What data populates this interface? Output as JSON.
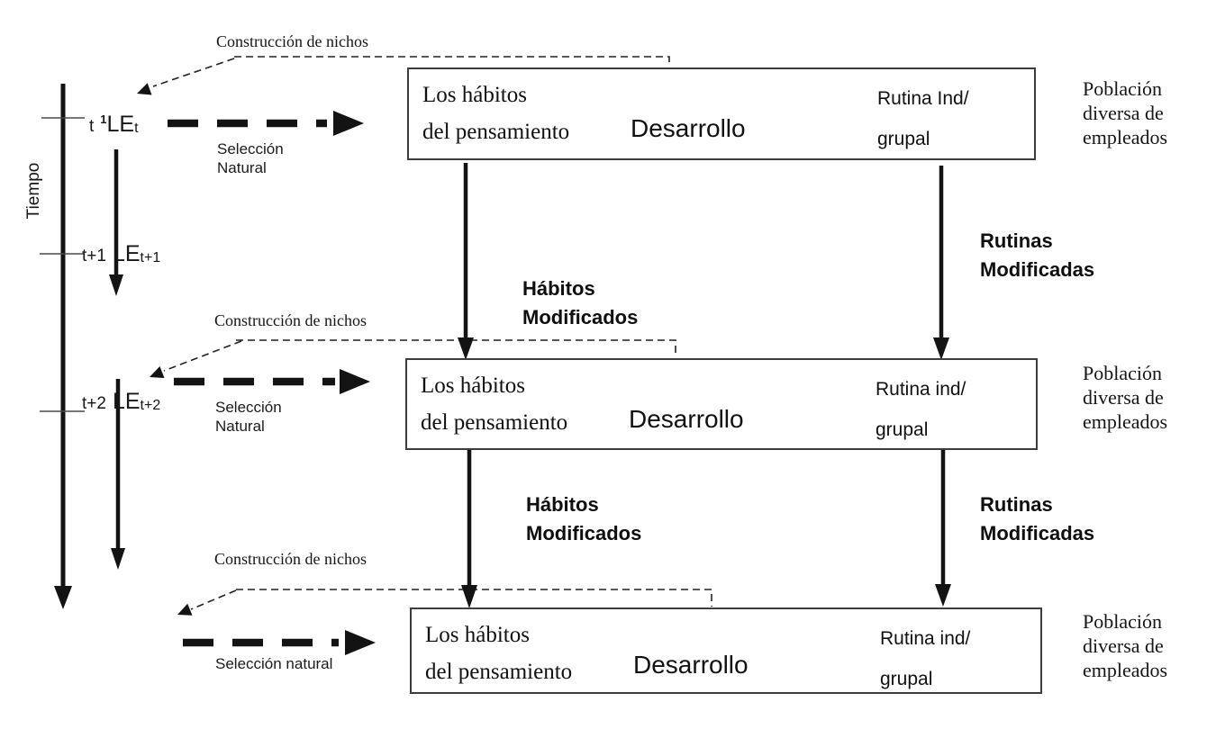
{
  "colors": {
    "background": "#ffffff",
    "ink": "#141414",
    "box_border": "#3d3d3d"
  },
  "timeline": {
    "axis_label": "Tiempo",
    "ticks": [
      {
        "pre": "t",
        "sup": "1",
        "main": "LE",
        "sub": "t"
      },
      {
        "pre": "t+1",
        "sup": "",
        "main": "LE",
        "sub": "t+1"
      },
      {
        "pre": "t+2",
        "sup": "",
        "main": "LE",
        "sub": "t+2"
      }
    ]
  },
  "rows": [
    {
      "niche_label": "Construcción de nichos",
      "selection_line1": "Selección",
      "selection_line2": "Natural",
      "box": {
        "habits_line1": "Los hábitos",
        "habits_line2": "del pensamiento",
        "development": "Desarrollo",
        "routine_line1": "Rutina Ind/",
        "routine_line2": "grupal"
      },
      "population_line1": "Población",
      "population_line2": "diversa de",
      "population_line3": "empleados"
    },
    {
      "niche_label": "Construcción de nichos",
      "selection_line1": "Selección",
      "selection_line2": "Natural",
      "box": {
        "habits_line1": "Los hábitos",
        "habits_line2": "del pensamiento",
        "development": "Desarrollo",
        "routine_line1": "Rutina ind/",
        "routine_line2": "grupal"
      },
      "population_line1": "Población",
      "population_line2": "diversa de",
      "population_line3": "empleados"
    },
    {
      "niche_label": "Construcción de nichos",
      "selection_line1": "Selección natural",
      "selection_line2": "",
      "box": {
        "habits_line1": "Los hábitos",
        "habits_line2": "del pensamiento",
        "development": "Desarrollo",
        "routine_line1": "Rutina ind/",
        "routine_line2": "grupal"
      },
      "population_line1": "Población",
      "population_line2": "diversa de",
      "population_line3": "empleados"
    }
  ],
  "gap_labels": [
    {
      "habits_line1": "Hábitos",
      "habits_line2": "Modificados",
      "routines_line1": "Rutinas",
      "routines_line2": "Modificadas"
    },
    {
      "habits_line1": "Hábitos",
      "habits_line2": "Modificados",
      "routines_line1": "Rutinas",
      "routines_line2": "Modificadas"
    }
  ]
}
